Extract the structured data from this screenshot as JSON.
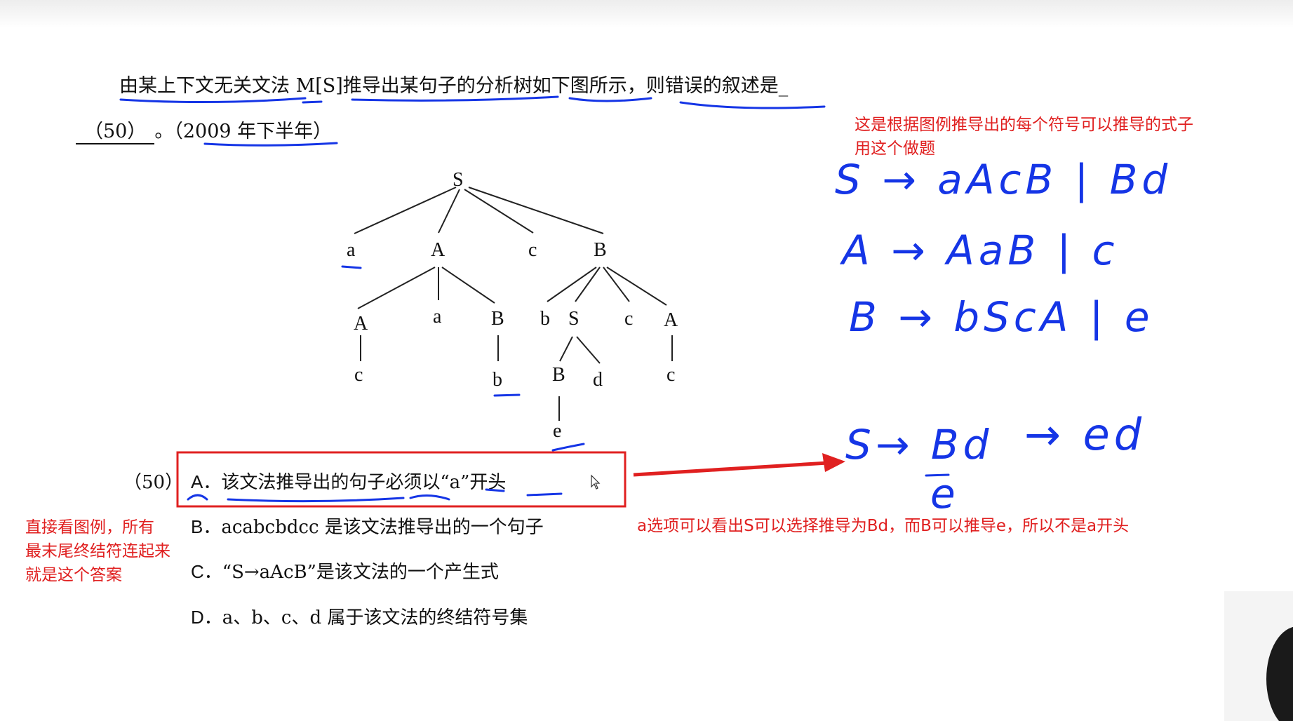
{
  "question": {
    "line1": "由某上下文无关文法 M[S]推导出某句子的分析树如下图所示，则错误的叙述是_",
    "line2_blank": "（50）",
    "line2_rest": "。（2009 年下半年）",
    "number_label": "（50）"
  },
  "tree": {
    "nodes": [
      {
        "id": "S",
        "label": "S"
      },
      {
        "id": "a1",
        "label": "a"
      },
      {
        "id": "A1",
        "label": "A"
      },
      {
        "id": "c1",
        "label": "c"
      },
      {
        "id": "B1",
        "label": "B"
      },
      {
        "id": "A2",
        "label": "A"
      },
      {
        "id": "a2",
        "label": "a"
      },
      {
        "id": "B2",
        "label": "B"
      },
      {
        "id": "b1",
        "label": "b"
      },
      {
        "id": "S2",
        "label": "S"
      },
      {
        "id": "c2",
        "label": "c"
      },
      {
        "id": "A3",
        "label": "A"
      },
      {
        "id": "c3",
        "label": "c"
      },
      {
        "id": "b2",
        "label": "b"
      },
      {
        "id": "B3",
        "label": "B"
      },
      {
        "id": "d1",
        "label": "d"
      },
      {
        "id": "c4",
        "label": "c"
      },
      {
        "id": "e1",
        "label": "e"
      }
    ]
  },
  "options": [
    {
      "key": "A．",
      "text": "该文法推导出的句子必须以“a”开头"
    },
    {
      "key": "B．",
      "text": "acabcbdcc 是该文法推导出的一个句子"
    },
    {
      "key": "C．",
      "text": "“S→aAcB”是该文法的一个产生式"
    },
    {
      "key": "D．",
      "text": "a、b、c、d 属于该文法的终结符号集"
    }
  ],
  "notes": {
    "top_right_1": "这是根据图例推导出的每个符号可以推导的式子",
    "top_right_2": "用这个做题",
    "left_1": "直接看图例，所有",
    "left_2": "最末尾终结符连起来",
    "left_3": "就是这个答案",
    "option_a_explain": "a选项可以看出S可以选择推导为Bd，而B可以推导e，所以不是a开头"
  },
  "handwriting": {
    "rule_s": "S → aAcB | Bd",
    "rule_a": "A → AaB | c",
    "rule_b": "B → bScA | e",
    "derivation_1": "S→ Bd",
    "derivation_2": "→ ed",
    "derivation_e": "e"
  },
  "colors": {
    "annotation_red": "#e02020",
    "handwriting_blue": "#1535e6",
    "text": "#111111"
  }
}
